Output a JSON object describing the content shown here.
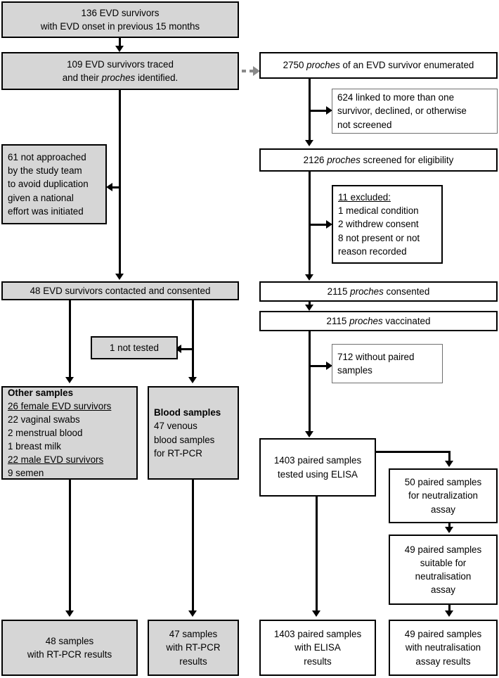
{
  "figure": {
    "type": "study-flow-diagram",
    "title": "EVD survivors and proches enrolment and sampling flow"
  },
  "nodes": {
    "survivors_total": {
      "lines": [
        "136 EVD survivors",
        "with EVD onset  in previous 15 months"
      ],
      "style": "shaded"
    },
    "survivors_traced": {
      "lines": [
        "109 EVD survivors traced",
        "and their proches identified."
      ],
      "style": "shaded"
    },
    "not_approached": {
      "lines": [
        "61 not approached",
        "by the study team",
        "to avoid duplication",
        "given a national",
        "effort was initiated"
      ],
      "style": "shaded"
    },
    "survivors_consented": {
      "lines": [
        "48 EVD survivors contacted and consented"
      ],
      "style": "shaded"
    },
    "not_tested": {
      "lines": [
        "1 not tested"
      ],
      "style": "shaded"
    },
    "other_samples": {
      "lines": [
        "Other samples",
        "26 female EVD survivors",
        "22 vaginal swabs",
        "2 menstrual blood",
        "1 breast milk",
        "22 male EVD survivors",
        "9 semen"
      ],
      "style": "shaded"
    },
    "blood_samples": {
      "lines": [
        "Blood samples",
        "47 venous",
        "blood samples",
        "for RT-PCR"
      ],
      "style": "shaded"
    },
    "result_48": {
      "lines": [
        "48 samples",
        "with RT-PCR results"
      ],
      "style": "shaded"
    },
    "result_47": {
      "lines": [
        "47 samples",
        "with RT-PCR",
        "results"
      ],
      "style": "shaded"
    },
    "proches_enumerated": {
      "lines": [
        "2750 proches of an EVD survivor enumerated"
      ],
      "style": "plain"
    },
    "linked_624": {
      "lines": [
        "624 linked to more than one",
        "survivor, declined, or otherwise",
        "not screened"
      ],
      "style": "plain-thin"
    },
    "proches_screened": {
      "lines": [
        "2126 proches screened for eligibility"
      ],
      "style": "plain"
    },
    "excluded_11": {
      "lines": [
        "11 excluded:",
        "1 medical condition",
        "2 withdrew consent",
        "8 not present or not",
        "reason recorded"
      ],
      "style": "plain"
    },
    "proches_consented": {
      "lines": [
        "2115 proches consented"
      ],
      "style": "plain"
    },
    "proches_vaccinated": {
      "lines": [
        "2115 proches vaccinated"
      ],
      "style": "plain"
    },
    "without_paired_712": {
      "lines": [
        "712 without paired",
        "samples"
      ],
      "style": "plain-thin"
    },
    "elisa_1403": {
      "lines": [
        "1403 paired samples",
        "tested using  ELISA"
      ],
      "style": "plain"
    },
    "neutralization_50": {
      "lines": [
        "50 paired samples",
        "for neutralization",
        "assay"
      ],
      "style": "plain"
    },
    "neutralisation_49": {
      "lines": [
        "49 paired samples",
        "suitable for",
        "neutralisation",
        "assay"
      ],
      "style": "plain"
    },
    "result_1403": {
      "lines": [
        "1403 paired samples",
        "with ELISA",
        "results"
      ],
      "style": "plain"
    },
    "result_49": {
      "lines": [
        "49 paired samples",
        "with neutralisation",
        "assay results"
      ],
      "style": "plain"
    }
  },
  "colors": {
    "shaded_fill": "#d6d6d6",
    "box_border": "#000000",
    "thin_border": "#6f6f6f",
    "connector": "#000000",
    "dotted_connector": "#8a8a8a",
    "background": "#ffffff"
  }
}
